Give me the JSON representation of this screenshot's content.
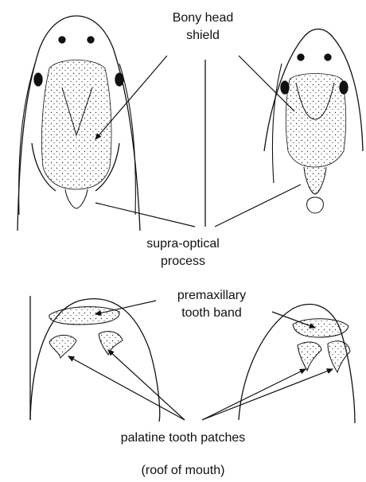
{
  "labels": {
    "bony_head_shield": [
      "Bony head",
      "shield"
    ],
    "supra_optical_process": [
      "supra-optical",
      "process"
    ],
    "premaxillary_tooth_band": [
      "premaxillary",
      "tooth band"
    ],
    "palatine_tooth_patches": "palatine tooth patches",
    "roof_of_mouth": "(roof of mouth)"
  },
  "colors": {
    "ink": "#111111",
    "background": "#ffffff"
  }
}
